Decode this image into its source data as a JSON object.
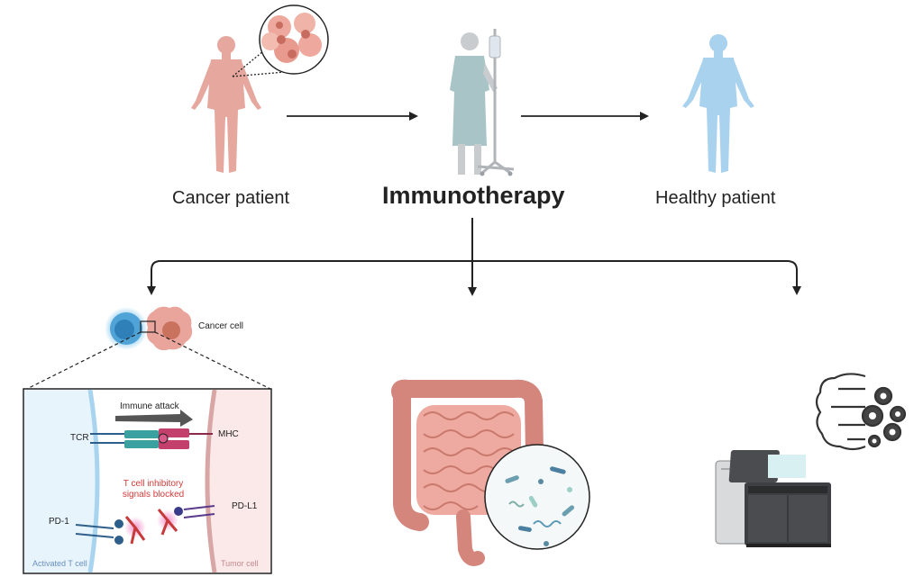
{
  "stages": {
    "cancer_patient": "Cancer patient",
    "immunotherapy": "Immunotherapy",
    "healthy_patient": "Healthy patient"
  },
  "panel_left": {
    "cancer_cell": "Cancer cell",
    "immune_attack": "Immune attack",
    "tcr": "TCR",
    "mhc": "MHC",
    "blocked_line1": "T cell inhibitory",
    "blocked_line2": "signals blocked",
    "pd1": "PD-1",
    "pdl1": "PD-L1",
    "activated_t_cell": "Activated T cell",
    "tumor_cell": "Tumor cell"
  },
  "icons": {
    "cancer_patient": "human-figure-red-icon",
    "hospital_patient": "patient-iv-drip-icon",
    "healthy_patient": "human-figure-blue-icon",
    "intestine": "intestine-microbiome-icon",
    "brain_gears": "brain-gears-icon",
    "sequencer": "sequencer-machine-icon"
  },
  "colors": {
    "cancer_skin": "#e5a79e",
    "patient_gray": "#c9cccf",
    "gown": "#a8c4c6",
    "healthy_blue": "#a9d2ef",
    "t_cell": "#4fa3d6",
    "tumor": "#e9a49b",
    "arrow": "#222222",
    "blocked_text": "#d23a3a"
  }
}
